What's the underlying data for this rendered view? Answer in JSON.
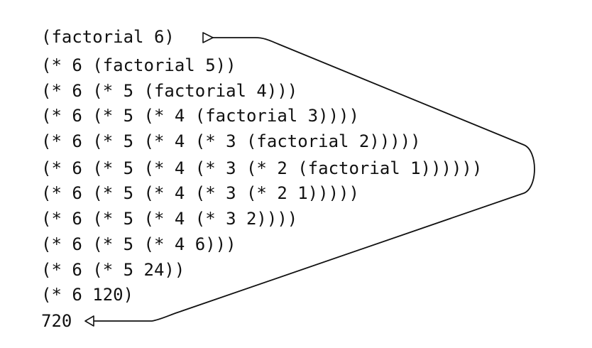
{
  "diagram": {
    "lines": [
      "(factorial 6)",
      "(* 6 (factorial 5))",
      "(* 6 (* 5 (factorial 4)))",
      "(* 6 (* 5 (* 4 (factorial 3))))",
      "(* 6 (* 5 (* 4 (* 3 (factorial 2)))))",
      "(* 6 (* 5 (* 4 (* 3 (* 2 (factorial 1))))))",
      "(* 6 (* 5 (* 4 (* 3 (* 2 1)))))",
      "(* 6 (* 5 (* 4 (* 3 2))))",
      "(* 6 (* 5 (* 4 6)))",
      "(* 6 (* 5 24))",
      "(* 6 120)",
      "720"
    ],
    "colors": {
      "text": "#111111",
      "arrow": "#111111",
      "background": "#ffffff"
    }
  }
}
